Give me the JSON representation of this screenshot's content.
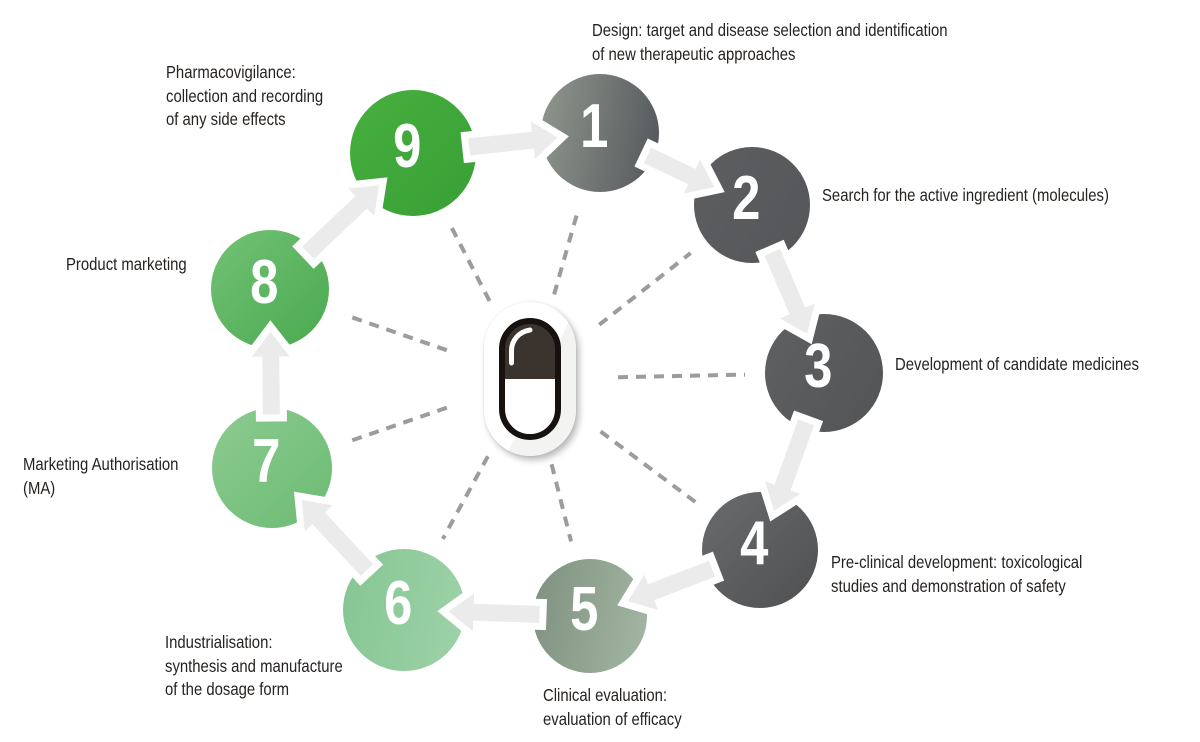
{
  "diagram": {
    "kind": "circular-cycle",
    "center_icon": "pill-capsule-icon"
  },
  "palette": {
    "background": "#ffffff",
    "arrow_fill": "#ebebeb",
    "arrow_outline": "#ffffff",
    "dash_line": "#9c9c9c",
    "label_text": "#26221f",
    "number_text": "#ffffff",
    "pill_body": "#ffffff",
    "pill_cap_dark": "#3a332e",
    "pill_outline": "#17120f"
  },
  "steps": [
    {
      "number": "1",
      "label": "Design: target and disease selection and identification\nof new therapeutic approaches",
      "color_start": "#90988f",
      "color_end": "#53565a"
    },
    {
      "number": "2",
      "label": "Search for the active ingredient (molecules)",
      "color_start": "#5c5e60",
      "color_end": "#545659"
    },
    {
      "number": "3",
      "label": "Development of candidate medicines",
      "color_start": "#5e6062",
      "color_end": "#525456"
    },
    {
      "number": "4",
      "label": "Pre-clinical development: toxicological\nstudies and demonstration of safety",
      "color_start": "#696b6d",
      "color_end": "#4e5052"
    },
    {
      "number": "5",
      "label": "Clinical evaluation:\nevaluation of efficacy",
      "color_start": "#7e907f",
      "color_end": "#a4b7a4"
    },
    {
      "number": "6",
      "label": "Industrialisation:\nsynthesis and manufacture\nof the dosage form",
      "color_start": "#85c693",
      "color_end": "#9ed2a8"
    },
    {
      "number": "7",
      "label": "Marketing Authorisation\n(MA)",
      "color_start": "#8ccb90",
      "color_end": "#6cbb74"
    },
    {
      "number": "8",
      "label": "Product marketing",
      "color_start": "#72c275",
      "color_end": "#4aa950"
    },
    {
      "number": "9",
      "label": "Pharmacovigilance:\ncollection and recording\nof any side effects",
      "color_start": "#47b03e",
      "color_end": "#389f36"
    }
  ]
}
